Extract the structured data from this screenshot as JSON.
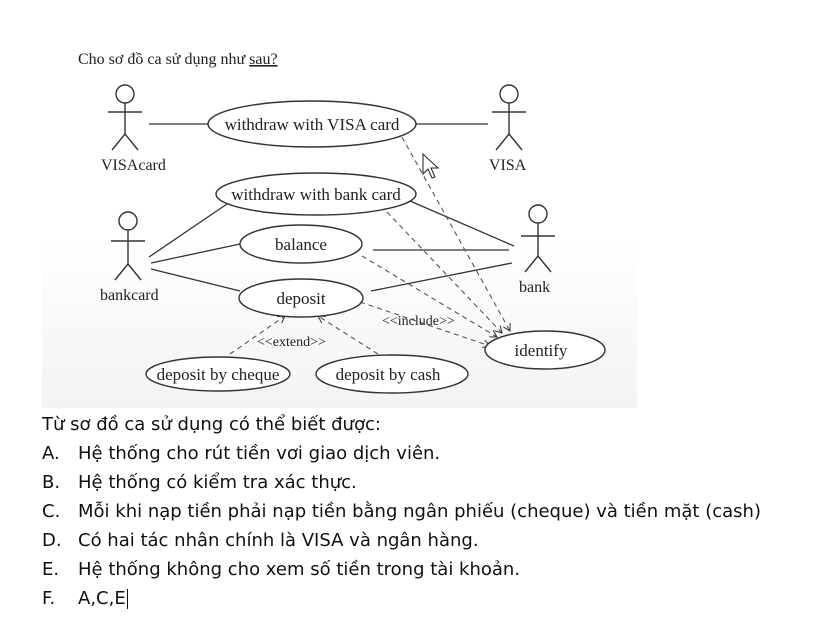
{
  "figure": {
    "caption_lead": "Cho sơ đồ ca sử dụng như ",
    "caption_tail": "sau?",
    "actors": {
      "visacard": "VISAcard",
      "visa": "VISA",
      "bankcard": "bankcard",
      "bank": "bank"
    },
    "usecases": {
      "withdraw_visa": "withdraw with VISA card",
      "withdraw_bank": "withdraw with bank card",
      "balance": "balance",
      "deposit": "deposit",
      "identify": "identify",
      "deposit_cheque": "deposit by cheque",
      "deposit_cash": "deposit by cash"
    },
    "stereotypes": {
      "include": "<<include>>",
      "extend": "<<extend>>"
    }
  },
  "question": {
    "stem": "Từ sơ đồ ca sử dụng có thể biết được:",
    "options": [
      {
        "letter": "A.",
        "text": "Hệ thống cho rút tiền vơi giao dịch viên."
      },
      {
        "letter": "B.",
        "text": "Hệ thống có kiểm tra xác thực."
      },
      {
        "letter": "C.",
        "text": "Mỗi khi nạp tiền phải nạp tiền bằng ngân phiếu (cheque) và tiền mặt (cash)"
      },
      {
        "letter": "D.",
        "text": "Có hai tác nhân chính là VISA và ngân hàng."
      },
      {
        "letter": "E.",
        "text": "Hệ thống không cho xem số tiền trong tài khoản."
      },
      {
        "letter": "F.",
        "text": "A,C,E"
      }
    ]
  }
}
